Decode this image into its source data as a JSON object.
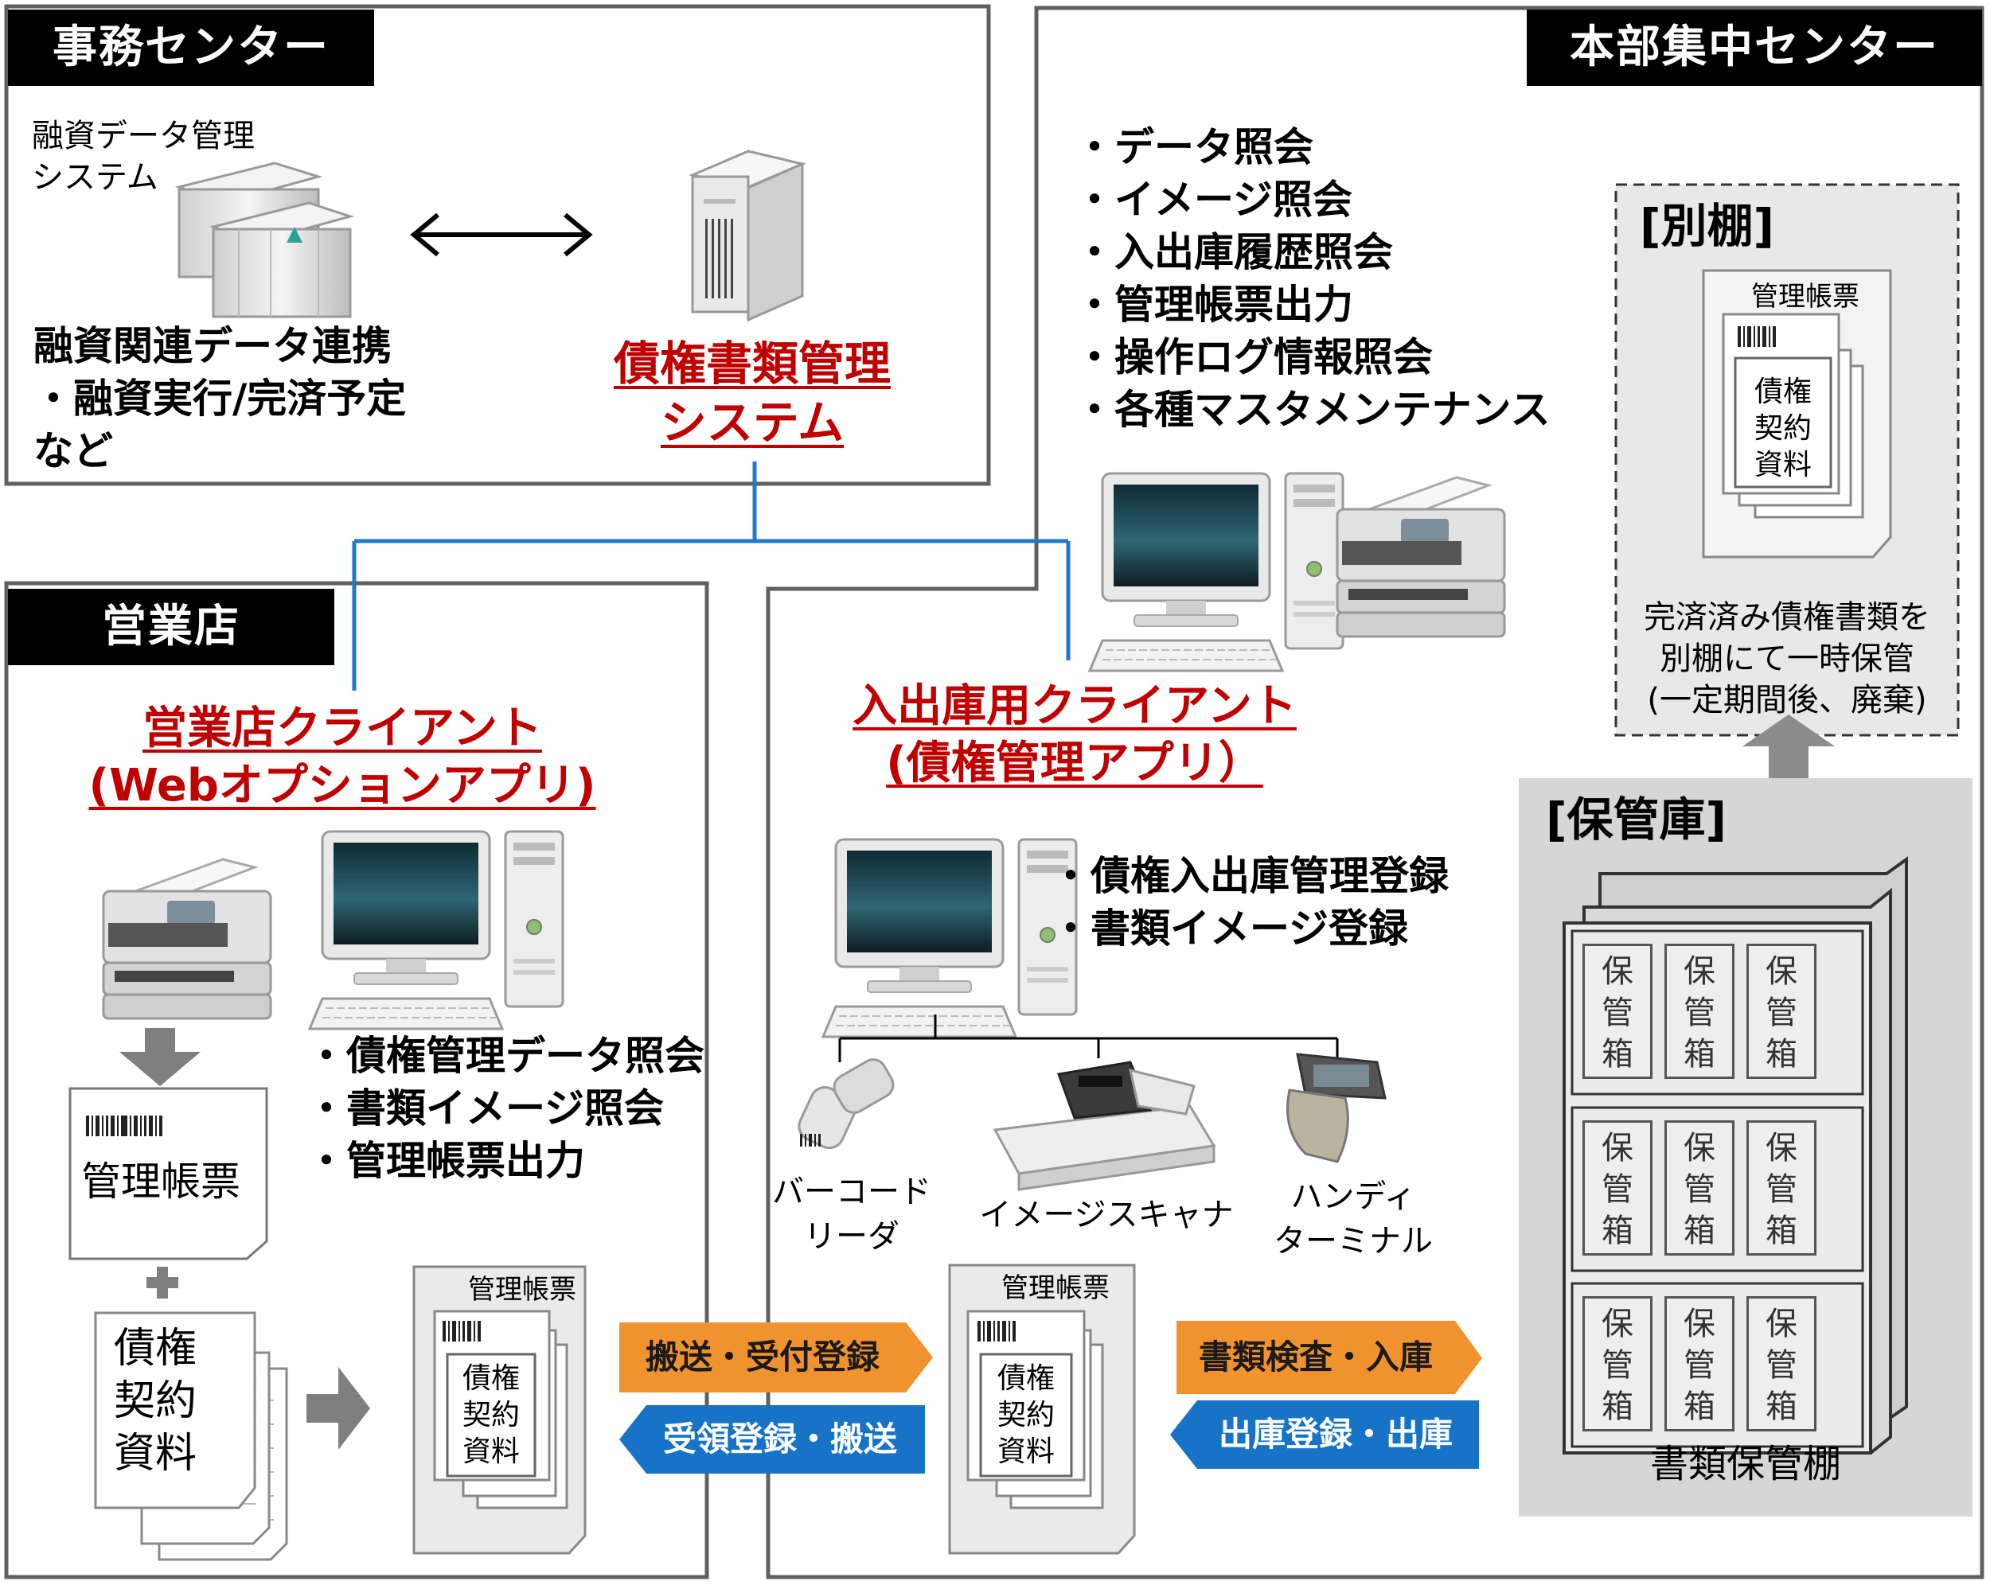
{
  "sections": {
    "office": "事務センター",
    "hq": "本部集中センター",
    "branch": "営業店"
  },
  "office": {
    "loan_system_lines": [
      "融資データ管理",
      "システム"
    ],
    "link_lines": [
      "融資関連データ連携",
      "・融資実行/完済予定",
      "など"
    ],
    "bond_system_lines": [
      "債権書類管理",
      "システム"
    ]
  },
  "hq": {
    "functions": [
      "・データ照会",
      "・イメージ照会",
      "・入出庫履歴照会",
      "・管理帳票出力",
      "・操作ログ情報照会",
      "・各種マスタメンテナンス"
    ],
    "annex_title": "[別棚]",
    "annex_note": [
      "完済済み債権書類を",
      "別棚にて一時保管",
      "(一定期間後、廃棄)"
    ],
    "storage_title": "[保管庫]",
    "storage_caption": "書類保管棚",
    "box_label": [
      "保",
      "管",
      "箱"
    ],
    "box_count": 9
  },
  "inout": {
    "client_lines": [
      "入出庫用クライアント",
      "(債権管理アプリ）"
    ],
    "functions": [
      "・債権入出庫管理登録",
      "・書類イメージ登録"
    ],
    "devices": {
      "barcode": [
        "バーコード",
        "リーダ"
      ],
      "scanner": [
        "イメージスキャナ"
      ],
      "handy": [
        "ハンディ",
        "ターミナル"
      ]
    }
  },
  "branch": {
    "client_lines": [
      "営業店クライアント",
      "(Webオプションアプリ)"
    ],
    "functions": [
      "・債権管理データ照会",
      "・書類イメージ照会",
      "・管理帳票出力"
    ],
    "form_label": "管理帳票",
    "plus": "+",
    "contract_lines": [
      "債権",
      "契約",
      "資料"
    ]
  },
  "doc": {
    "header": "管理帳票",
    "contract_lines": [
      "債権",
      "契約",
      "資料"
    ]
  },
  "flows": {
    "send": "搬送・受付登録",
    "receive": "受領登録・搬送",
    "inspect": "書類検査・入庫",
    "outbound": "出庫登録・出庫"
  },
  "colors": {
    "accent_red": "#c00000",
    "flow_orange": "#f0932f",
    "flow_blue": "#1673c6",
    "link_blue": "#1f78c8",
    "storage_gray": "#d6d6d6"
  }
}
